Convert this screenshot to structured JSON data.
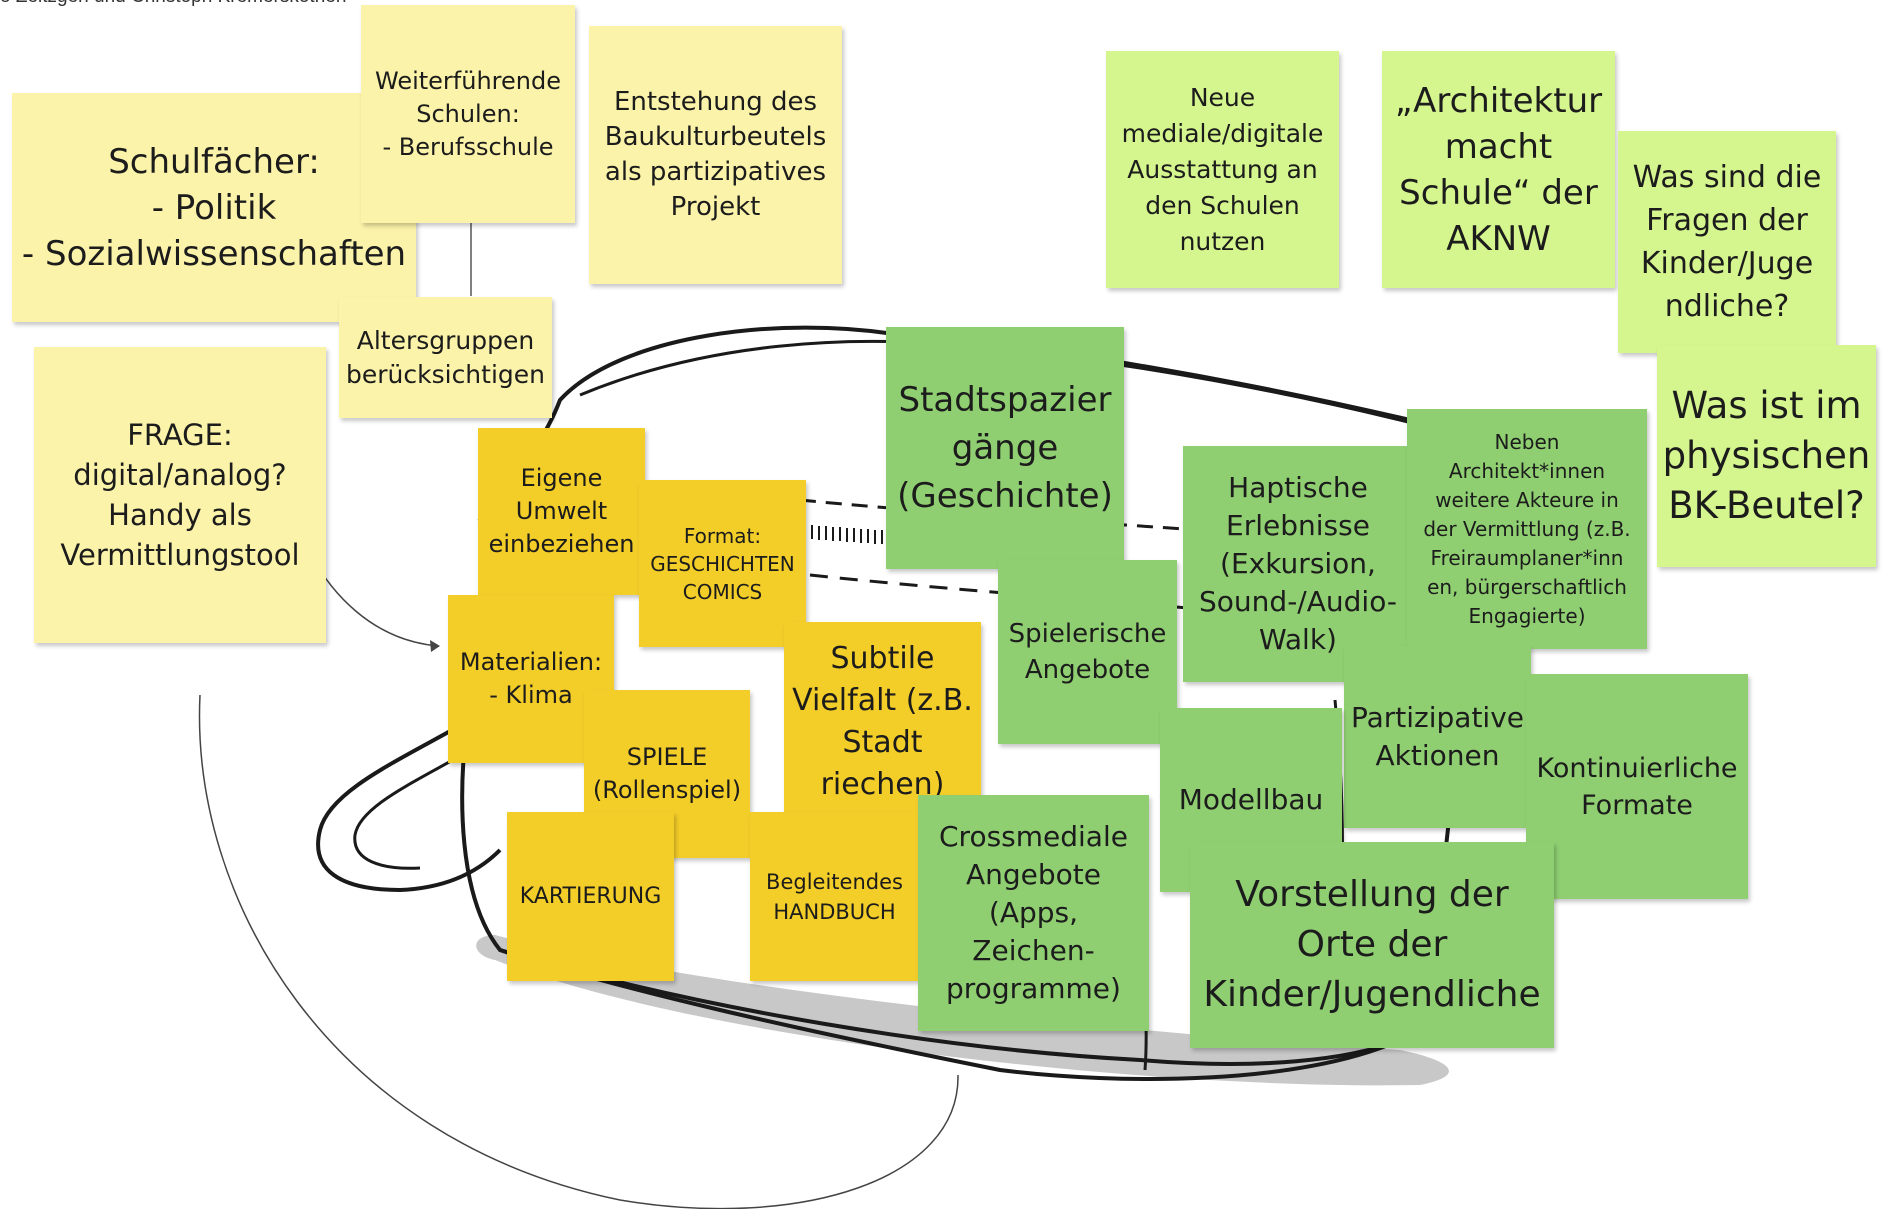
{
  "credit": "o Zeitzgen und Christoph Kremerskothen",
  "colors": {
    "light_yellow": "#fbf3a9",
    "dark_yellow": "#f3cd28",
    "light_green": "#d5f58e",
    "mid_green": "#8fcf71"
  },
  "notes": {
    "schulfaecher": "Schulfächer:\n- Politik\n- Sozialwissenschaften",
    "weiterfuehrende": "Weiterführende\nSchulen:\n- Berufsschule",
    "entstehung": "Entstehung des\nBaukulturbeutels\nals partizipatives\nProjekt",
    "altersgruppen": "Altersgruppen\nberücksichtigen",
    "frage": "FRAGE:\ndigital/analog?\nHandy als\nVermittlungstool",
    "eigene_umwelt": "Eigene\nUmwelt\neinbeziehen",
    "format": "Format:\nGESCHICHTEN\nCOMICS",
    "materialien": "Materialien:\n- Klima",
    "subtile": "Subtile\nVielfalt (z.B.\nStadt\nriechen)",
    "spiele": "SPIELE\n(Rollenspiel)",
    "kartierung": "KARTIERUNG",
    "handbuch": "Begleitendes\nHANDBUCH",
    "neue_mediale": "Neue\nmediale/digitale\nAusstattung an\nden Schulen\nnutzen",
    "architektur": "„Architektur\nmacht\nSchule“ der\nAKNW",
    "fragen_kinder": "Was sind die\nFragen der\nKinder/Juge\nndliche?",
    "physischen": "Was ist im\nphysischen\nBK-Beutel?",
    "stadtspazier": "Stadtspazier\ngänge\n(Geschichte)",
    "haptische": "Haptische\nErlebnisse\n(Exkursion,\nSound-/Audio-\nWalk)",
    "neben_architekt": "Neben\nArchitekt*innen\nweitere Akteure in\nder Vermittlung (z.B.\nFreiraumplaner*inn\nen, bürgerschaftlich\nEngagierte)",
    "spielerische": "Spielerische\nAngebote",
    "partizipative": "Partizipative\nAktionen",
    "modellbau": "Modellbau",
    "kontinuierliche": "Kontinuierliche\nFormate",
    "crossmediale": "Crossmediale\nAngebote\n(Apps,\nZeichen-\nprogramme)",
    "vorstellung": "Vorstellung der\nOrte der\nKinder/Jugendliche"
  }
}
